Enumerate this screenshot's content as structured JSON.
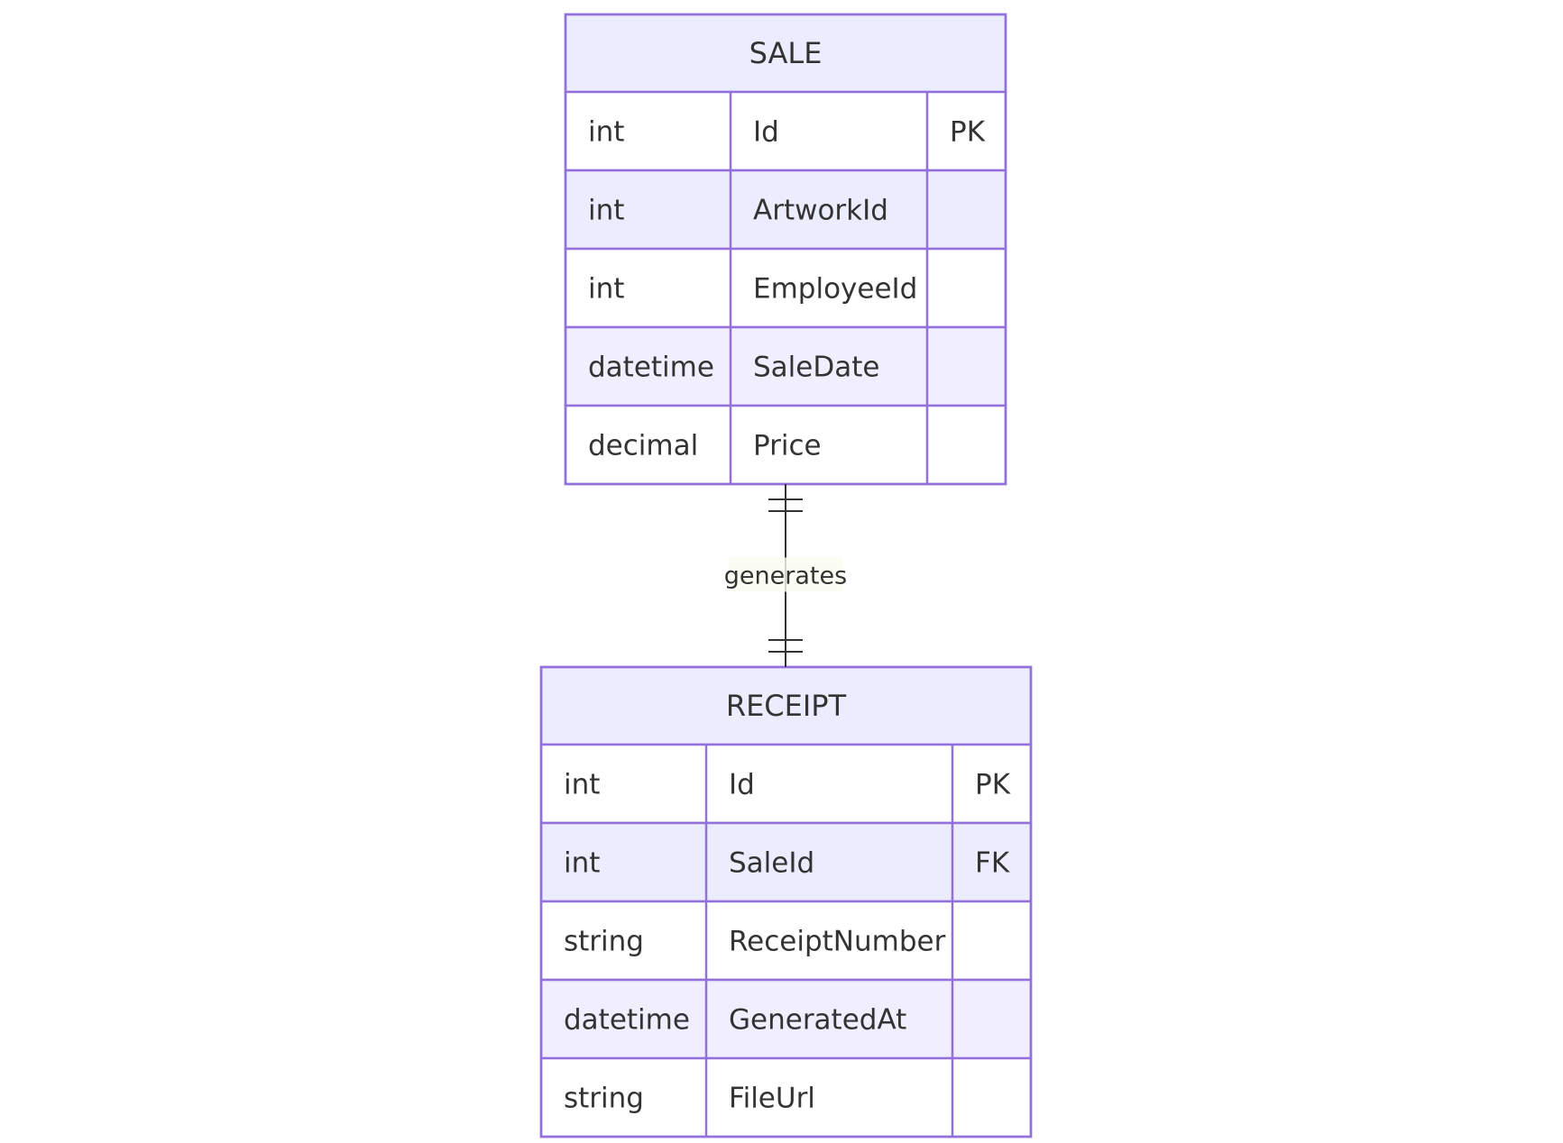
{
  "diagram": {
    "type": "entity-relationship",
    "entities": [
      {
        "name": "SALE",
        "attributes": [
          {
            "type": "int",
            "name": "Id",
            "key": "PK"
          },
          {
            "type": "int",
            "name": "ArtworkId",
            "key": ""
          },
          {
            "type": "int",
            "name": "EmployeeId",
            "key": ""
          },
          {
            "type": "datetime",
            "name": "SaleDate",
            "key": ""
          },
          {
            "type": "decimal",
            "name": "Price",
            "key": ""
          }
        ]
      },
      {
        "name": "RECEIPT",
        "attributes": [
          {
            "type": "int",
            "name": "Id",
            "key": "PK"
          },
          {
            "type": "int",
            "name": "SaleId",
            "key": "FK"
          },
          {
            "type": "string",
            "name": "ReceiptNumber",
            "key": ""
          },
          {
            "type": "datetime",
            "name": "GeneratedAt",
            "key": ""
          },
          {
            "type": "string",
            "name": "FileUrl",
            "key": ""
          }
        ]
      }
    ],
    "relationships": [
      {
        "from": "SALE",
        "to": "RECEIPT",
        "label": "generates",
        "from_cardinality": "exactly-one",
        "to_cardinality": "exactly-one"
      }
    ]
  },
  "colors": {
    "entity_border": "#9370DB",
    "header_fill": "#ECECFF",
    "row_fill_odd": "#FFFFFF",
    "row_fill_even": "#ECECFF",
    "row_fill_datetime": "#F0EEFF",
    "text": "#333333",
    "line": "#333333",
    "label_bg": "#FAFBEF"
  }
}
